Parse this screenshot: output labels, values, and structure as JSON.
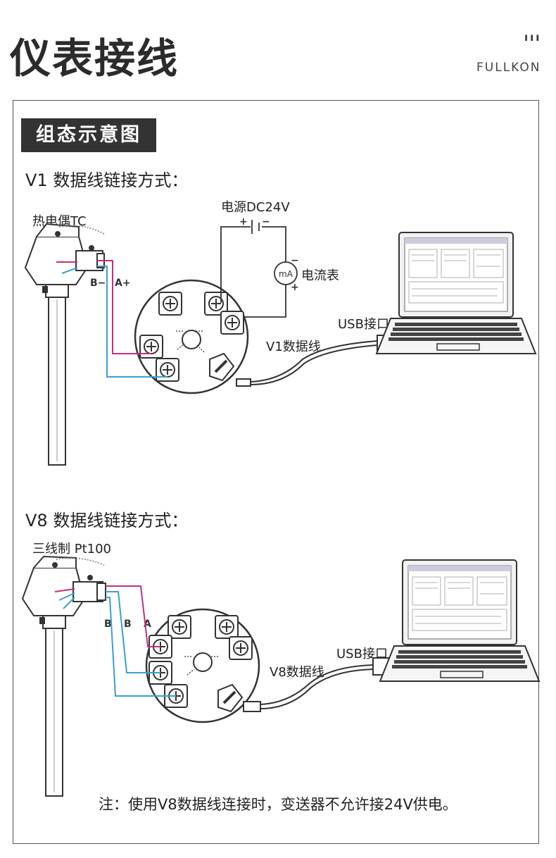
{
  "header": {
    "title": "仪表接线",
    "marks": "ııı",
    "brand": "FULLKON"
  },
  "section": {
    "title": "组态示意图"
  },
  "v1": {
    "heading": "V1 数据线链接方式：",
    "sensor_label": "热电偶TC",
    "power_label": "电源DC24V",
    "meter_label": "电流表",
    "meter_symbol": "mA",
    "usb_label": "USB接口",
    "cable_label": "V1数据线",
    "terminal_b": "B−",
    "terminal_a": "A+",
    "plus1": "+",
    "minus1": "−",
    "plus2": "+",
    "minus2": "−"
  },
  "v8": {
    "heading": "V8 数据线链接方式：",
    "sensor_label": "三线制 Pt100",
    "usb_label": "USB接口",
    "cable_label": "V8数据线",
    "wire_b1": "B",
    "wire_b2": "B",
    "wire_a": "A"
  },
  "note": "注：使用V8数据线连接时，变送器不允许接24V供电。",
  "colors": {
    "pink": "#c2307a",
    "blue": "#3aa0d0",
    "dark": "#333333"
  }
}
